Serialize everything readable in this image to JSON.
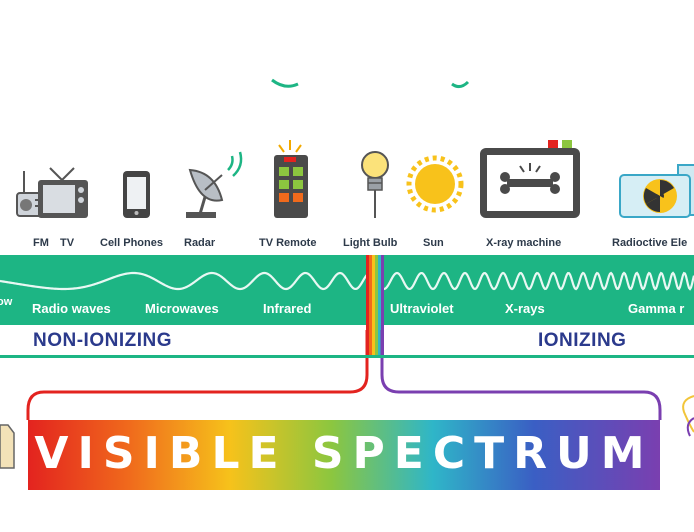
{
  "sources": [
    {
      "id": "fm",
      "label": "FM"
    },
    {
      "id": "tv",
      "label": "TV"
    },
    {
      "id": "phones",
      "label": "Cell Phones"
    },
    {
      "id": "radar",
      "label": "Radar"
    },
    {
      "id": "remote",
      "label": "TV Remote"
    },
    {
      "id": "bulb",
      "label": "Light Bulb"
    },
    {
      "id": "sun",
      "label": "Sun"
    },
    {
      "id": "xray",
      "label": "X-ray machine"
    },
    {
      "id": "radioactive",
      "label": "Radioctive Ele"
    }
  ],
  "waves": {
    "low_partial": "ow",
    "radio": "Radio waves",
    "microwaves": "Microwaves",
    "infrared": "Infrared",
    "ultraviolet": "Ultraviolet",
    "xrays": "X-rays",
    "gamma": "Gamma r"
  },
  "ionization": {
    "non_ionizing": "NON-IONIZING",
    "ionizing": "IONIZING"
  },
  "visible": {
    "title": "VISIBLE SPECTRUM"
  },
  "colors": {
    "band": "#1db584",
    "ion_text": "#2b3a8c",
    "label_text": "#2d3a4a"
  }
}
